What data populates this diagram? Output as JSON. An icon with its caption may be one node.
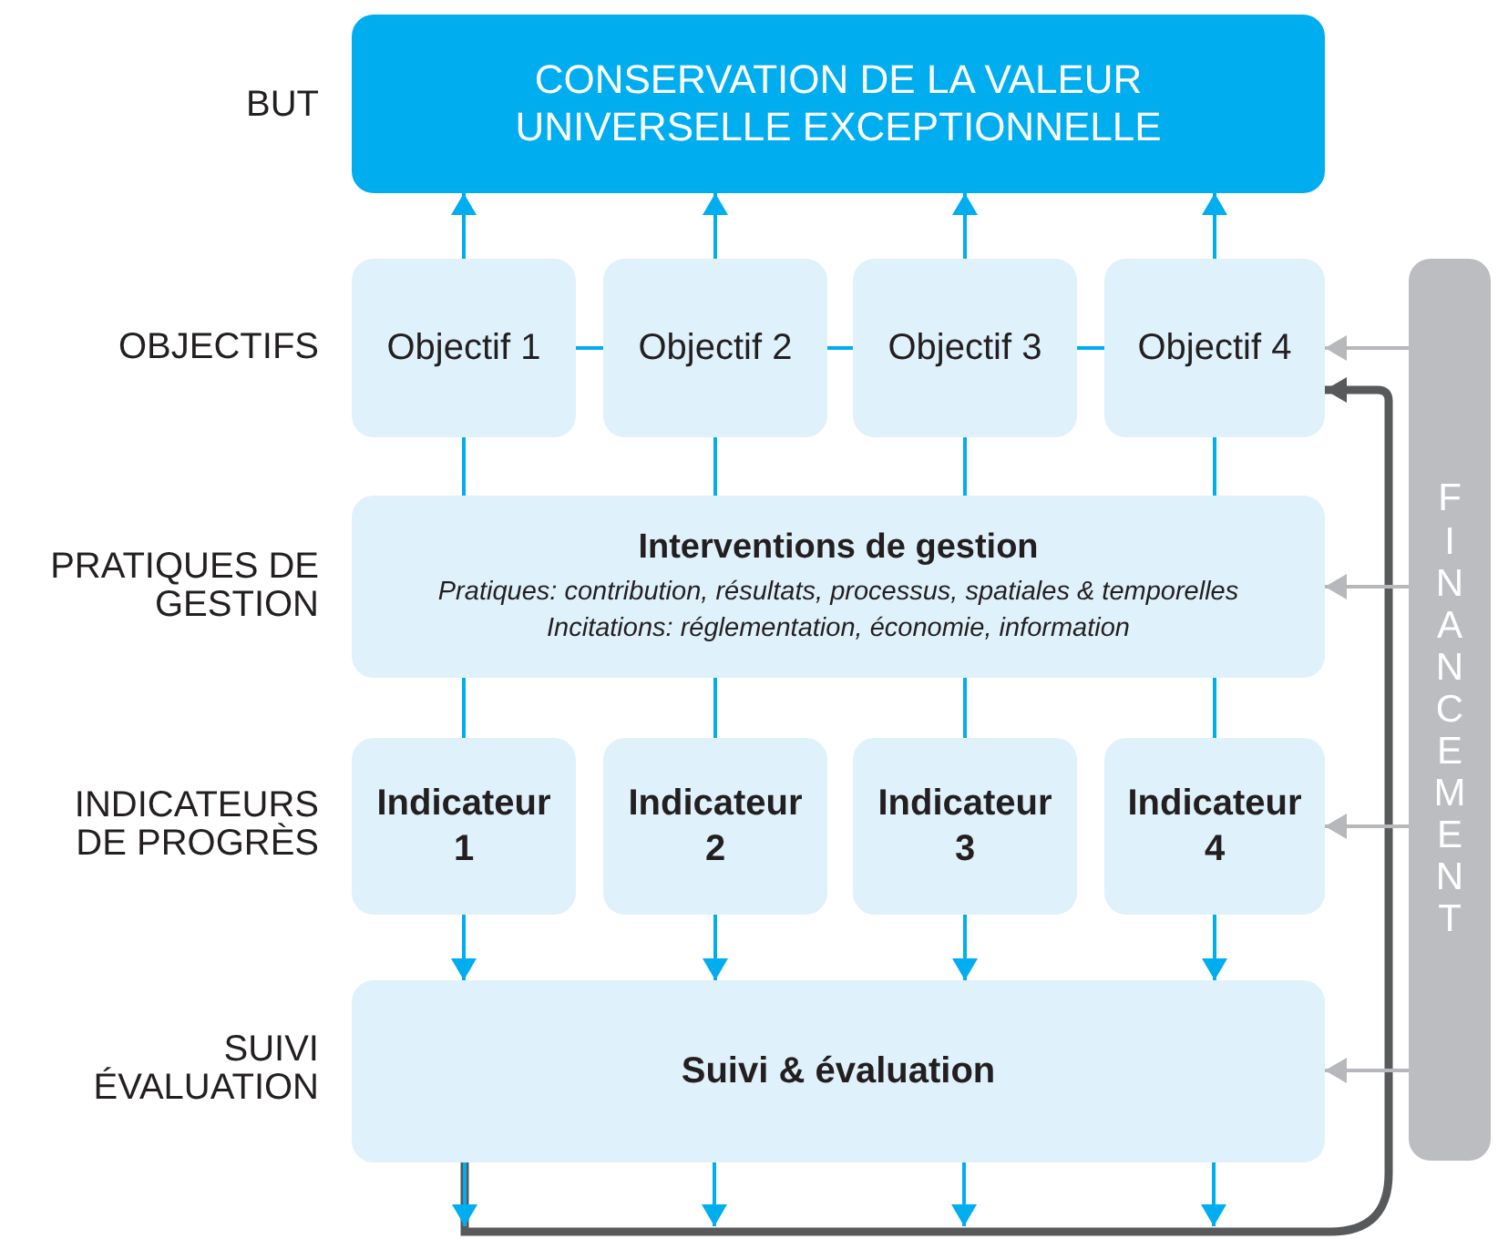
{
  "diagram": {
    "nodes": [
      {
        "text": [
          "CONSERVATION DE LA VALEUR UNIVERSELLE EXCEPTIONNELLE"
        ]
      },
      {
        "text": [
          "Objectif 1"
        ]
      },
      {
        "text": [
          "Objectif 2"
        ]
      },
      {
        "text": [
          "Objectif 3"
        ]
      },
      {
        "text": [
          "Objectif 4"
        ]
      },
      {
        "text": [
          "Interventions de gestion",
          "Pratiques: contribution, résultats, processus, spatiales & temporelles",
          "Incitations: réglementation, économie, information"
        ]
      },
      {
        "text": [
          "Indicateur 1"
        ]
      },
      {
        "text": [
          "Indicateur 2"
        ]
      },
      {
        "text": [
          "Indicateur 3"
        ]
      },
      {
        "text": [
          "Indicateur 4"
        ]
      },
      {
        "text": [
          "Suivi & évaluation"
        ]
      },
      {
        "text": [
          "FINANCEMENT"
        ]
      }
    ],
    "edges": [
      {
        "from": 1,
        "to": 0,
        "arrow": "to"
      },
      {
        "from": 2,
        "to": 0,
        "arrow": "to"
      },
      {
        "from": 3,
        "to": 0,
        "arrow": "to"
      },
      {
        "from": 4,
        "to": 0,
        "arrow": "to"
      },
      {
        "from": 1,
        "to": 2,
        "arrow": "none"
      },
      {
        "from": 2,
        "to": 3,
        "arrow": "none"
      },
      {
        "from": 3,
        "to": 4,
        "arrow": "none"
      },
      {
        "from": 1,
        "to": 5,
        "arrow": "none"
      },
      {
        "from": 2,
        "to": 5,
        "arrow": "none"
      },
      {
        "from": 3,
        "to": 5,
        "arrow": "none"
      },
      {
        "from": 4,
        "to": 5,
        "arrow": "none"
      },
      {
        "from": 5,
        "to": 6,
        "arrow": "none"
      },
      {
        "from": 5,
        "to": 7,
        "arrow": "none"
      },
      {
        "from": 5,
        "to": 8,
        "arrow": "none"
      },
      {
        "from": 5,
        "to": 9,
        "arrow": "none"
      },
      {
        "from": 6,
        "to": 10,
        "arrow": "to"
      },
      {
        "from": 7,
        "to": 10,
        "arrow": "to"
      },
      {
        "from": 8,
        "to": 10,
        "arrow": "to"
      },
      {
        "from": 9,
        "to": 10,
        "arrow": "to"
      },
      {
        "from": 10,
        "to": 4,
        "arrow": "to",
        "style": "thick",
        "color": "#58595b"
      },
      {
        "from": 11,
        "to": 4,
        "arrow": "to",
        "color": "#b7b8bc"
      },
      {
        "from": 11,
        "to": 5,
        "arrow": "to",
        "color": "#b7b8bc"
      },
      {
        "from": 11,
        "to": 9,
        "arrow": "to",
        "color": "#b7b8bc"
      },
      {
        "from": 11,
        "to": 10,
        "arrow": "to",
        "color": "#b7b8bc"
      }
    ],
    "labels": [
      "BUT",
      "OBJECTIFS",
      "PRATIQUES DE GESTION",
      "INDICATEURS DE PROGRÈS",
      "SUIVI ÉVALUATION"
    ]
  }
}
